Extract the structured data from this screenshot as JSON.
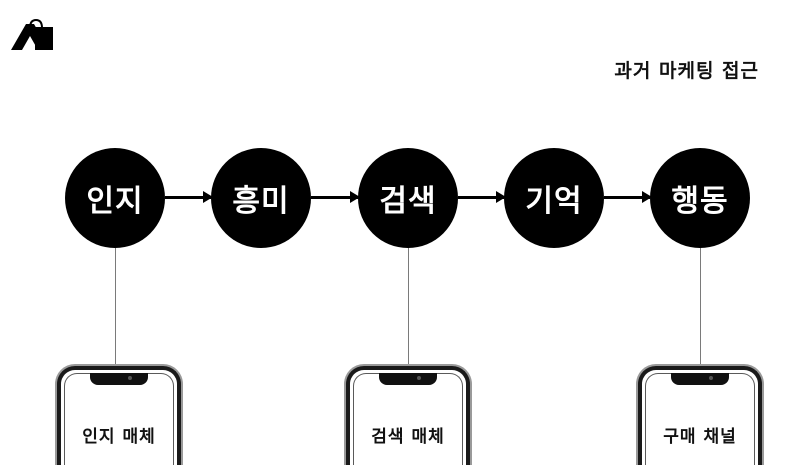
{
  "header": {
    "title": "과거 마케팅 접근",
    "logo_icon": "brand-logo-icon"
  },
  "flow": {
    "steps": [
      {
        "label": "인지"
      },
      {
        "label": "흥미"
      },
      {
        "label": "검색"
      },
      {
        "label": "기억"
      },
      {
        "label": "행동"
      }
    ]
  },
  "devices": [
    {
      "label": "인지 매체",
      "icon": "smartphone-icon"
    },
    {
      "label": "검색 매체",
      "icon": "smartphone-icon"
    },
    {
      "label": "구매 채널",
      "icon": "smartphone-icon"
    }
  ],
  "colors": {
    "node_fill": "#000000",
    "node_text": "#ffffff",
    "connector": "#7a7a7a"
  }
}
